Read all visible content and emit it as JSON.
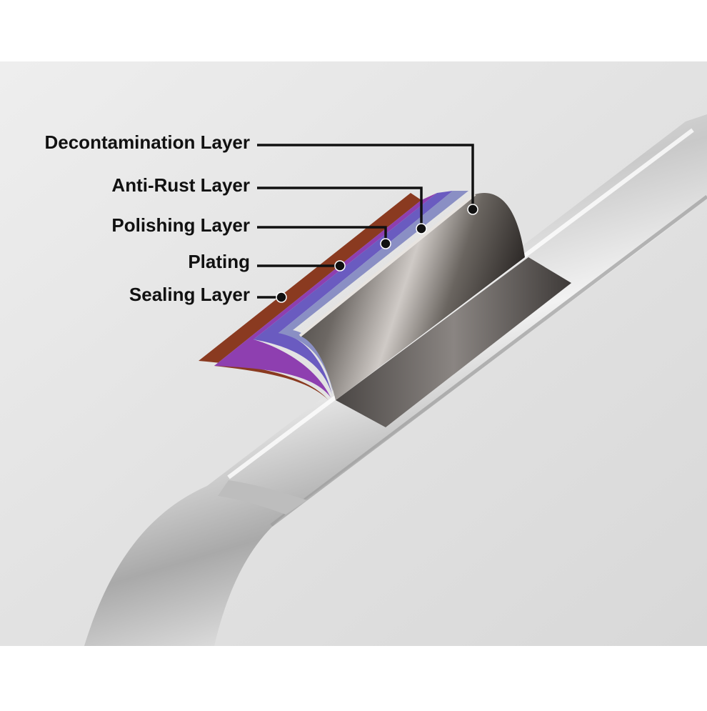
{
  "diagram": {
    "layers": [
      {
        "id": "decontamination",
        "label": "Decontamination Layer"
      },
      {
        "id": "anti_rust",
        "label": "Anti-Rust Layer"
      },
      {
        "id": "polishing",
        "label": "Polishing Layer"
      },
      {
        "id": "plating",
        "label": "Plating"
      },
      {
        "id": "sealing",
        "label": "Sealing Layer"
      }
    ],
    "colors": {
      "background": "#e6e6e6",
      "page": "#ffffff",
      "sealing_layer": "#8a3a20",
      "plating_layer": "#8e3fb0",
      "polishing_layer": "#6a5bc0",
      "anti_rust_layer": "#8a8fc4",
      "decontamination_layer": "#5a5552",
      "leader_line": "#111111"
    }
  }
}
